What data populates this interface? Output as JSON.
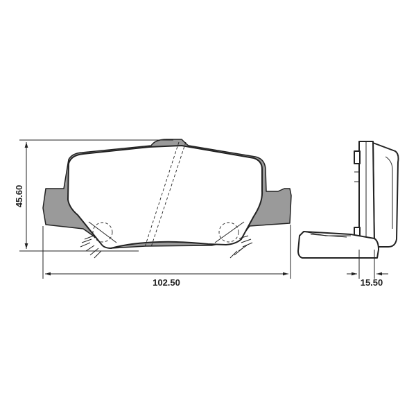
{
  "dimensions": {
    "height": "45.60",
    "width": "102.50",
    "thickness": "15.50"
  },
  "colors": {
    "line": "#222222",
    "backing_plate": "#9a9a9a",
    "friction_material": "#ffffff"
  }
}
